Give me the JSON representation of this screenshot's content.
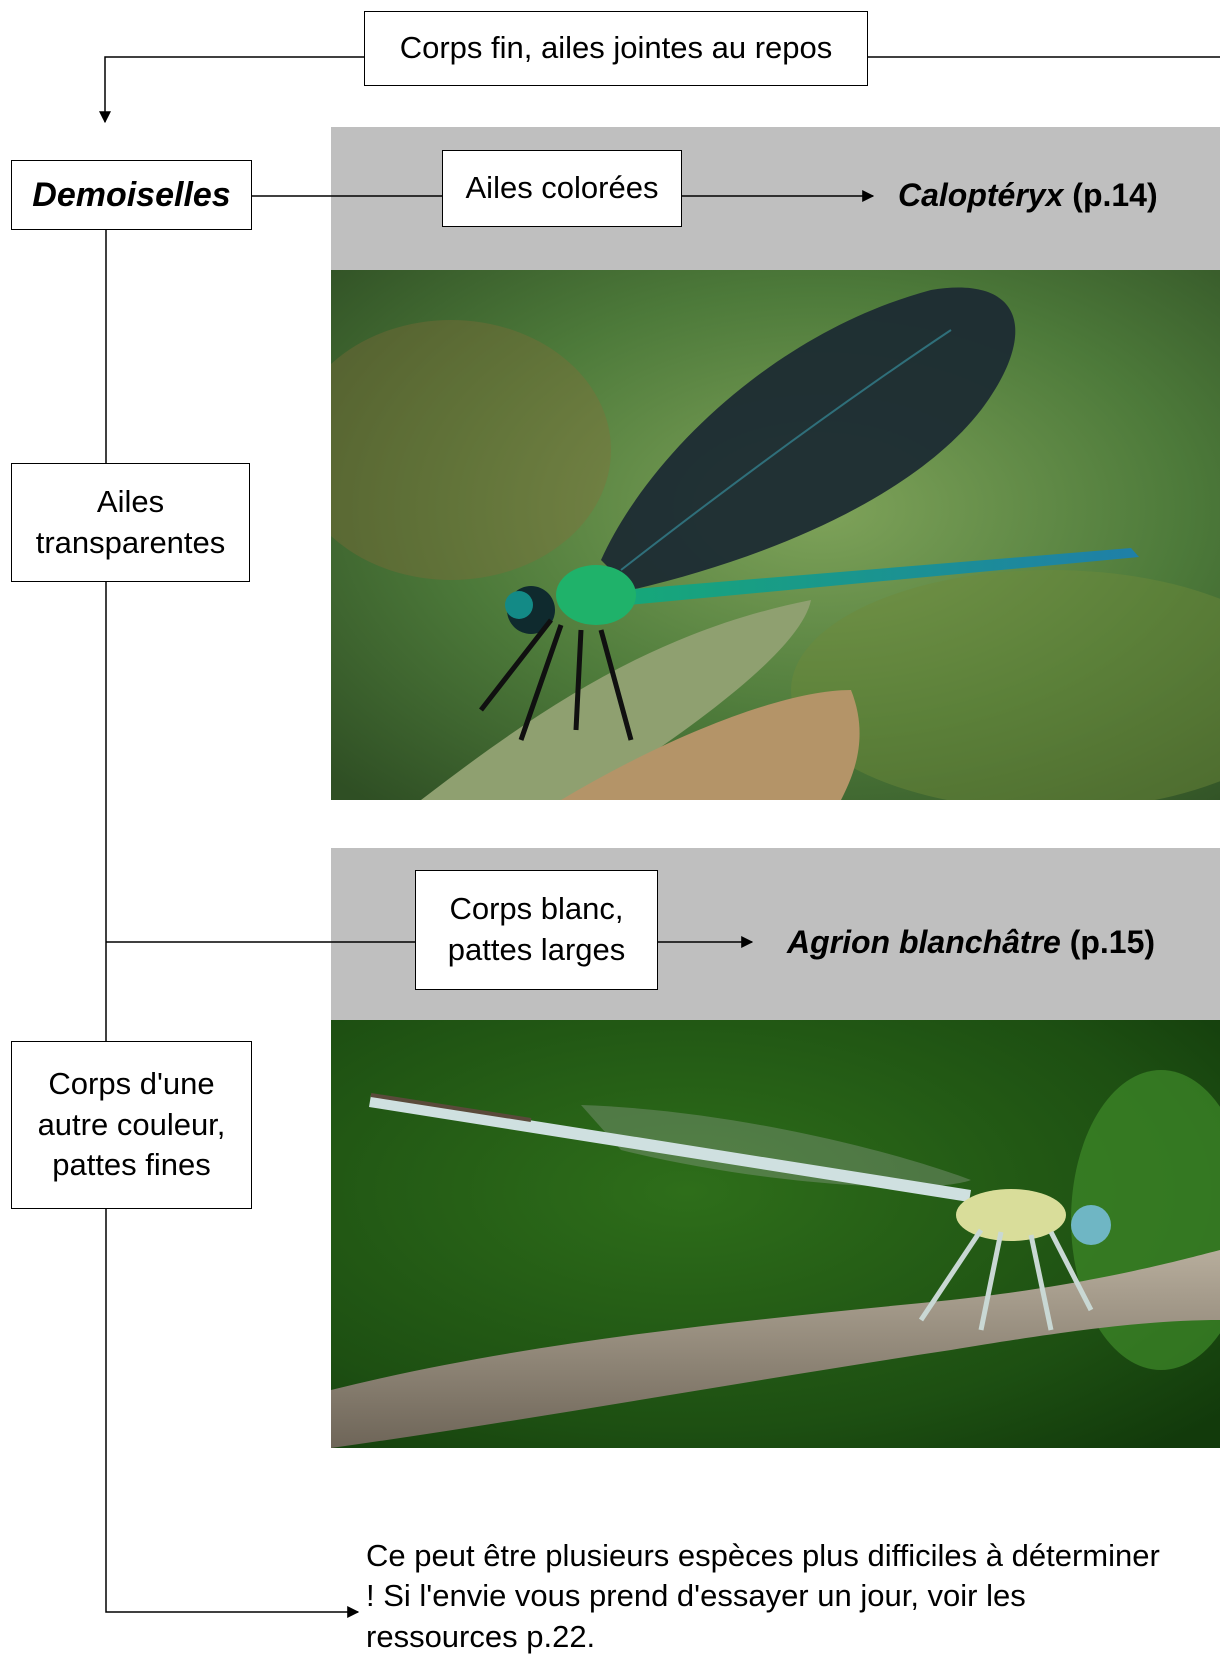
{
  "top_box": "Corps fin, ailes jointes au repos",
  "group_title": "Demoiselles",
  "branch_colored": {
    "criterion": "Ailes colorées",
    "result_name": "Caloptéryx",
    "result_page": "(p.14)"
  },
  "box_transparent": "Ailes transparentes",
  "branch_white": {
    "criterion": "Corps blanc, pattes larges",
    "result_name": "Agrion blanchâtre",
    "result_page": "(p.15)"
  },
  "box_other": "Corps d'une autre couleur, pattes fines",
  "footer_note": "Ce peut être plusieurs espèces plus difficiles à déterminer ! Si l'envie vous prend d'essayer un jour, voir les ressources p.22.",
  "colors": {
    "band": "#bfbfbf",
    "line": "#000000",
    "photo1_bg": "#4f7a3a",
    "photo2_bg": "#1f5a12"
  }
}
